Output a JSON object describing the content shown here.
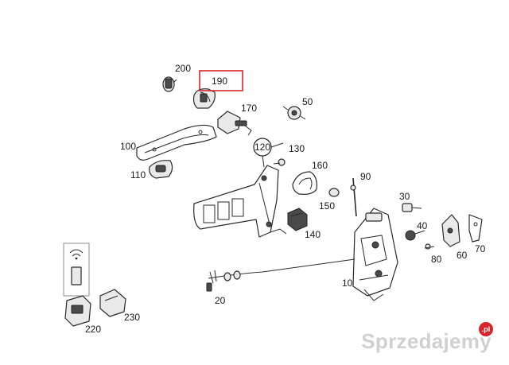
{
  "diagram": {
    "highlight_color": "#d7262b",
    "labels": {
      "p200": "200",
      "p190": "190",
      "p170": "170",
      "p50": "50",
      "p100": "100",
      "p110": "110",
      "p120": "120",
      "p130": "130",
      "p160": "160",
      "p90": "90",
      "p150": "150",
      "p30": "30",
      "p40": "40",
      "p140": "140",
      "p80": "80",
      "p60": "60",
      "p70": "70",
      "p10": "10",
      "p20": "20",
      "p220": "220",
      "p230": "230"
    }
  },
  "watermark": {
    "text": "Sprzedajemy",
    "suffix": ".pl"
  }
}
